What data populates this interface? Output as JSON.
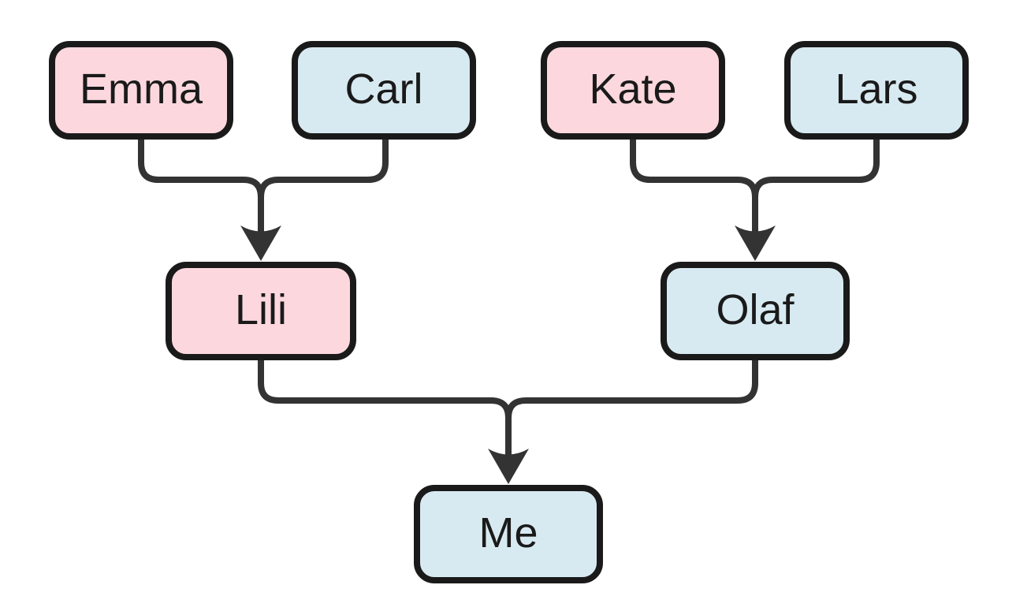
{
  "diagram": {
    "type": "family-tree-flowchart",
    "nodes": [
      {
        "id": "emma",
        "label": "Emma",
        "fill": "pink"
      },
      {
        "id": "carl",
        "label": "Carl",
        "fill": "blue"
      },
      {
        "id": "kate",
        "label": "Kate",
        "fill": "pink"
      },
      {
        "id": "lars",
        "label": "Lars",
        "fill": "blue"
      },
      {
        "id": "lili",
        "label": "Lili",
        "fill": "pink"
      },
      {
        "id": "olaf",
        "label": "Olaf",
        "fill": "blue"
      },
      {
        "id": "me",
        "label": "Me",
        "fill": "blue"
      }
    ],
    "edges": [
      {
        "from": "emma",
        "to": "lili"
      },
      {
        "from": "carl",
        "to": "lili"
      },
      {
        "from": "kate",
        "to": "olaf"
      },
      {
        "from": "lars",
        "to": "olaf"
      },
      {
        "from": "lili",
        "to": "me"
      },
      {
        "from": "olaf",
        "to": "me"
      }
    ],
    "colors": {
      "female_fill": "#fcd8de",
      "male_fill": "#d8eaf1",
      "node_border": "#1a1a1a",
      "edge_line": "#333333",
      "text": "#1a1a1a",
      "background": "#ffffff"
    }
  }
}
